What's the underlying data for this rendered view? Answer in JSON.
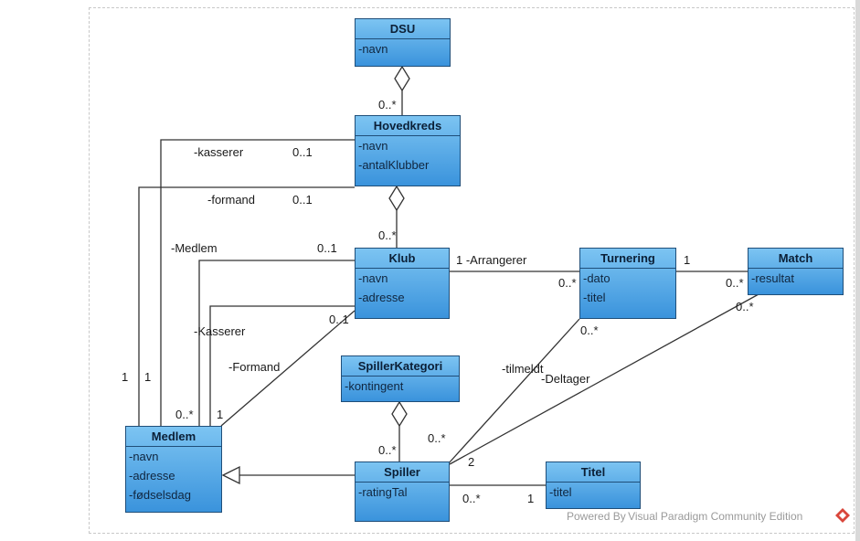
{
  "classes": {
    "dsu": {
      "name": "DSU",
      "attrs": [
        "-navn"
      ]
    },
    "hovedkreds": {
      "name": "Hovedkreds",
      "attrs": [
        "-navn",
        "-antalKlubber"
      ]
    },
    "klub": {
      "name": "Klub",
      "attrs": [
        "-navn",
        "-adresse"
      ]
    },
    "turnering": {
      "name": "Turnering",
      "attrs": [
        "-dato",
        "-titel"
      ]
    },
    "match": {
      "name": "Match",
      "attrs": [
        "-resultat"
      ]
    },
    "spillerkategori": {
      "name": "SpillerKategori",
      "attrs": [
        "-kontingent"
      ]
    },
    "medlem": {
      "name": "Medlem",
      "attrs": [
        "-navn",
        "-adresse",
        "-fødselsdag"
      ]
    },
    "spiller": {
      "name": "Spiller",
      "attrs": [
        "-ratingTal"
      ]
    },
    "titel": {
      "name": "Titel",
      "attrs": [
        "-titel"
      ]
    }
  },
  "labels": {
    "dsu_mult": "0..*",
    "hk_klub_mult": "0..*",
    "kasserer_role": "-kasserer",
    "kasserer_mult": "0..1",
    "formand_role": "-formand",
    "formand_mult": "0..1",
    "medlem_role": "-Medlem",
    "medlem_klub_mult": "0..1",
    "kasserer2_role": "-Kasserer",
    "klub_kass_mult": "0..1",
    "formand2_role": "-Formand",
    "one_a": "1",
    "one_b": "1",
    "medlem_many": "0..*",
    "medlem_one": "1",
    "arrangerer": "1 -Arrangerer",
    "turn_many": "0..*",
    "turn_match_one": "1",
    "match_many": "0..*",
    "match_many2": "0..*",
    "turn_many2": "0..*",
    "tilmeldt": "-tilmeldt",
    "deltager": "-Deltager",
    "sk_many": "0..*",
    "spiller_many_tilm": "0..*",
    "two": "2",
    "spiller_titel_many": "0..*",
    "titel_one": "1"
  },
  "footer": "Powered By Visual Paradigm Community Edition",
  "colors": {
    "class_top": "#7cc4f2",
    "class_bottom": "#3a93dc",
    "border": "#1f4e79",
    "logo": "#d9463b"
  }
}
